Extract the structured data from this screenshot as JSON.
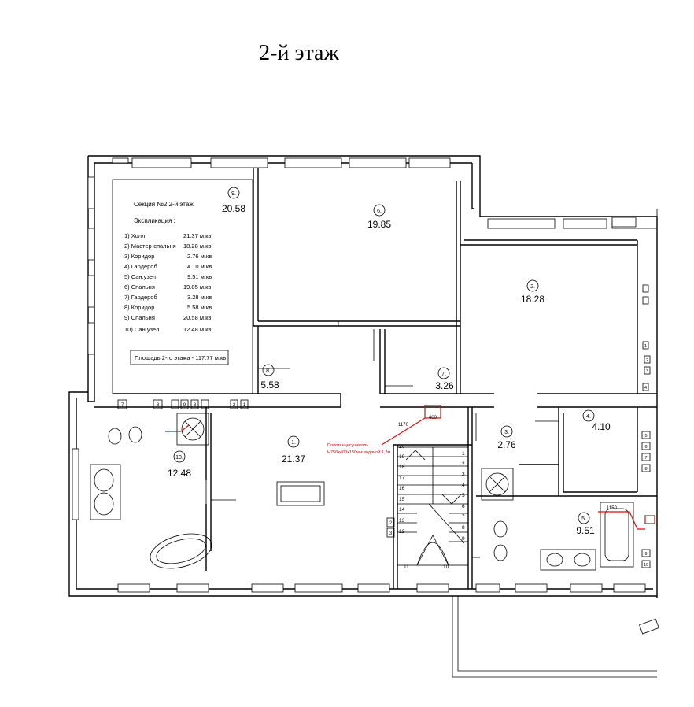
{
  "title": "2-й этаж",
  "legend": {
    "heading": "Секция №2    2-й этаж",
    "subheading": "Экспликация :",
    "rows": [
      {
        "name": "1) Холл",
        "area": "21.37 м.кв"
      },
      {
        "name": "2) Мастер-спальня",
        "area": "18.28 м.кв"
      },
      {
        "name": "3) Коридор",
        "area": "2.76 м.кв"
      },
      {
        "name": "4) Гардероб",
        "area": "4.10 м.кв"
      },
      {
        "name": "5) Сан.узел",
        "area": "9.51 м.кв"
      },
      {
        "name": "6) Спальня",
        "area": "19.85 м.кв"
      },
      {
        "name": "7) Гардероб",
        "area": "3.28 м.кв"
      },
      {
        "name": "8) Коридор",
        "area": "5.58 м.кв"
      },
      {
        "name": "9) Спальня",
        "area": "20.58 м.кв"
      },
      {
        "name": "10) Сан.узел",
        "area": "12.48 м.кв"
      }
    ],
    "total": "Площадь 2-го этажа - 117.77 м.кв"
  },
  "rooms": [
    {
      "num": "1.",
      "area": "21.37"
    },
    {
      "num": "2.",
      "area": "18.28"
    },
    {
      "num": "3.",
      "area": "2.76"
    },
    {
      "num": "4.",
      "area": "4.10"
    },
    {
      "num": "5.",
      "area": "9.51"
    },
    {
      "num": "6.",
      "area": "19.85"
    },
    {
      "num": "7.",
      "area": "3.26"
    },
    {
      "num": "8.",
      "area": "5.58"
    },
    {
      "num": "9.",
      "area": "20.58"
    },
    {
      "num": "10.",
      "area": "12.48"
    }
  ],
  "annotations": {
    "heater_line1": "Полотенцесушитель",
    "heater_line2": "H750x400x150мм водяной 1,2м",
    "dim_1170": "1170",
    "dim_400": "400",
    "dim_1150": "1150"
  },
  "stair_steps_left": [
    "20",
    "19",
    "18",
    "17",
    "16",
    "15",
    "14",
    "13",
    "12"
  ],
  "stair_steps_right": [
    "1",
    "2",
    "3",
    "4",
    "5",
    "6",
    "7",
    "8",
    "9"
  ],
  "stair_bottom": [
    "11",
    "10"
  ],
  "column_marks": [
    "7",
    "8",
    "9",
    "8",
    "2",
    "1",
    "2",
    "3",
    "1",
    "2",
    "3",
    "4",
    "5",
    "6",
    "7",
    "8",
    "9",
    "10"
  ]
}
